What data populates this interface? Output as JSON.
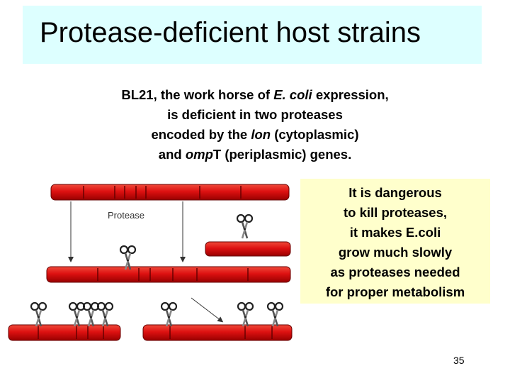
{
  "title": "Protease-deficient host strains",
  "intro": {
    "line1_before": "BL21, the work horse of ",
    "line1_italic": "E. coli",
    "line1_after": " expression,",
    "line2": "is deficient in two proteases",
    "line3_before": "encoded by the ",
    "line3_italic": "lon",
    "line3_after": " (cytoplasmic)",
    "line4_before": "and ",
    "line4_italic": "omp",
    "line4_after": "T (periplasmic) genes."
  },
  "note_lines": [
    "It is dangerous",
    "to kill proteases,",
    "it makes E.coli",
    "grow much slowly",
    "as proteases needed",
    "for proper metabolism"
  ],
  "diagram": {
    "protease_label": "Protease"
  },
  "colors": {
    "title_bg": "#ddffff",
    "note_bg": "#ffffcc",
    "rod": "#dd1111"
  },
  "icons": [
    "scissors-icon"
  ],
  "page_number": "35"
}
